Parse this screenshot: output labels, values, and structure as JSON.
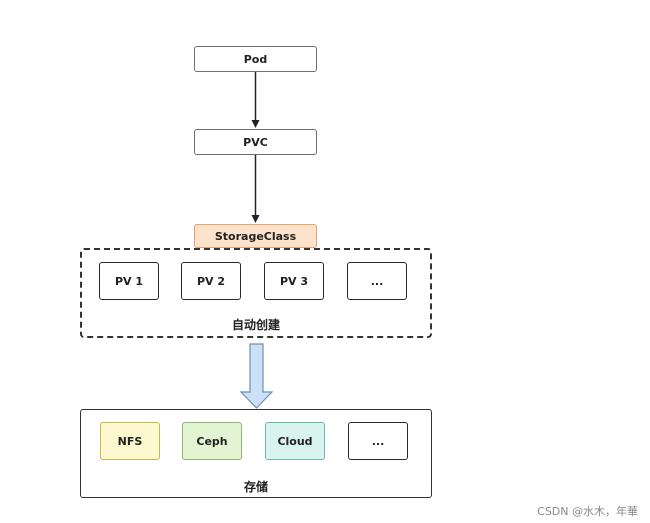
{
  "nodes": {
    "pod": "Pod",
    "pvc": "PVC",
    "storage_class": "StorageClass"
  },
  "auto_create_group": {
    "label": "自动创建",
    "items": [
      "PV 1",
      "PV 2",
      "PV 3",
      "..."
    ]
  },
  "storage_group": {
    "label": "存储",
    "items": [
      "NFS",
      "Ceph",
      "Cloud",
      "..."
    ]
  },
  "colors": {
    "storage_class_fill": "#fde3cc",
    "storage_class_border": "#e6a26a",
    "nfs_fill": "#fcf8cf",
    "nfs_border": "#c8b94a",
    "ceph_fill": "#e3f4d3",
    "ceph_border": "#8fb86c",
    "cloud_fill": "#d9f4ee",
    "cloud_border": "#6cb8a8",
    "big_arrow_fill": "#cce1f7",
    "big_arrow_border": "#6f8fb0"
  },
  "watermark": "CSDN @水木，年華"
}
